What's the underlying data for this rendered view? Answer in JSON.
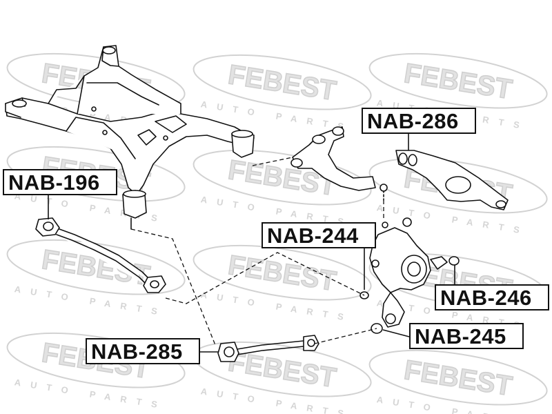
{
  "watermark": {
    "brand": "FEBEST",
    "tagline": "AUTO PARTS"
  },
  "labels": {
    "nab196": "NAB-196",
    "nab286": "NAB-286",
    "nab244": "NAB-244",
    "nab246": "NAB-246",
    "nab245": "NAB-245",
    "nab285": "NAB-285"
  },
  "colors": {
    "ink": "#111111",
    "watermark": "#d4d4d4",
    "background": "#ffffff"
  }
}
